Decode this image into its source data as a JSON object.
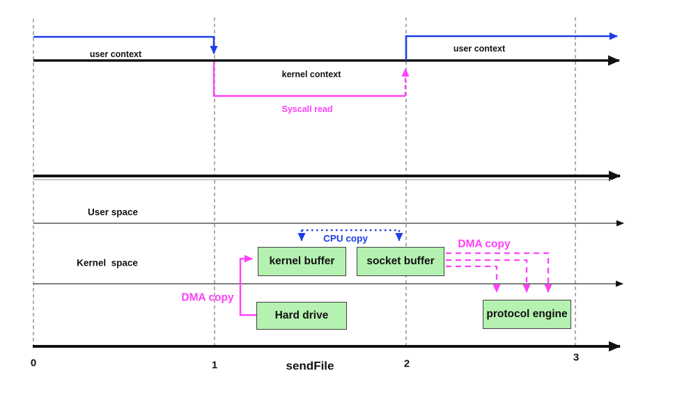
{
  "diagram": {
    "type": "timeline-diagram",
    "title": "sendFile",
    "context_flow": {
      "user_context_left": "user context",
      "kernel_context": "kernel context",
      "user_context_right": "user context",
      "syscall_read": "Syscall read"
    },
    "spaces": {
      "user_space": "User space",
      "kernel_space": "Kernel  space"
    },
    "boxes": {
      "kernel_buffer": "kernel buffer",
      "socket_buffer": "socket buffer",
      "hard_drive": "Hard drive",
      "protocol_engine": "protocol engine"
    },
    "copies": {
      "cpu_copy": "CPU copy",
      "dma_copy_disk": "DMA copy",
      "dma_copy_nic": "DMA copy"
    },
    "timeline": {
      "axis_label": "sendFile",
      "ticks": [
        "0",
        "1",
        "2",
        "3"
      ]
    },
    "colors": {
      "user_context_line": "#1c3de8",
      "syscall_line": "#ff40fa",
      "box_fill": "#b5f1b0",
      "box_border": "#3f3f3f",
      "gridline": "#888888",
      "axis": "#111111"
    }
  }
}
